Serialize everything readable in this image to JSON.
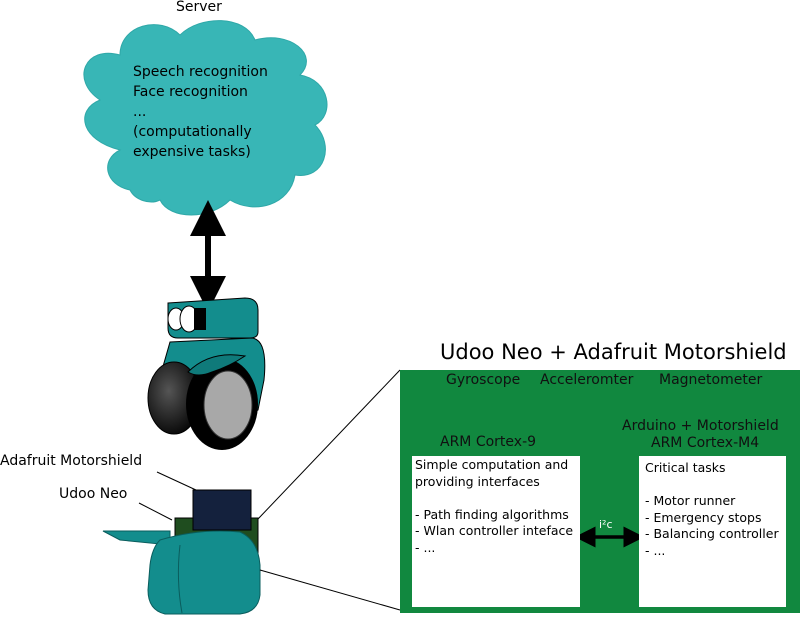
{
  "server": {
    "title": "Server",
    "lines": [
      "Speech recognition",
      "Face recognition",
      "...",
      "(computationally",
      "expensive tasks)"
    ]
  },
  "robot": {
    "labels": {
      "motorshield": "Adafruit Motorshield",
      "udoo": "Udoo Neo"
    }
  },
  "board": {
    "title": "Udoo Neo + Adafruit Motorshield",
    "sensors": [
      "Gyroscope",
      "Acceleromter",
      "Magnetometer"
    ],
    "left_cpu": {
      "header": "ARM Cortex-9",
      "lines": [
        "Simple computation and",
        "providing interfaces",
        "",
        "- Path finding algorithms",
        "- Wlan controller inteface",
        "- ..."
      ]
    },
    "right_cpu": {
      "header_line1": "Arduino + Motorshield",
      "header_line2": "ARM Cortex-M4",
      "lines": [
        "Critical tasks",
        "",
        "- Motor runner",
        "- Emergency stops",
        "- Balancing controller",
        "- ..."
      ]
    },
    "link_label": "i²c"
  },
  "colors": {
    "cloud": "#38b6b6",
    "robot": "#138d8d",
    "board": "#11883f",
    "motorshield": "#14213d",
    "udoo_board": "#1f4d1f"
  }
}
